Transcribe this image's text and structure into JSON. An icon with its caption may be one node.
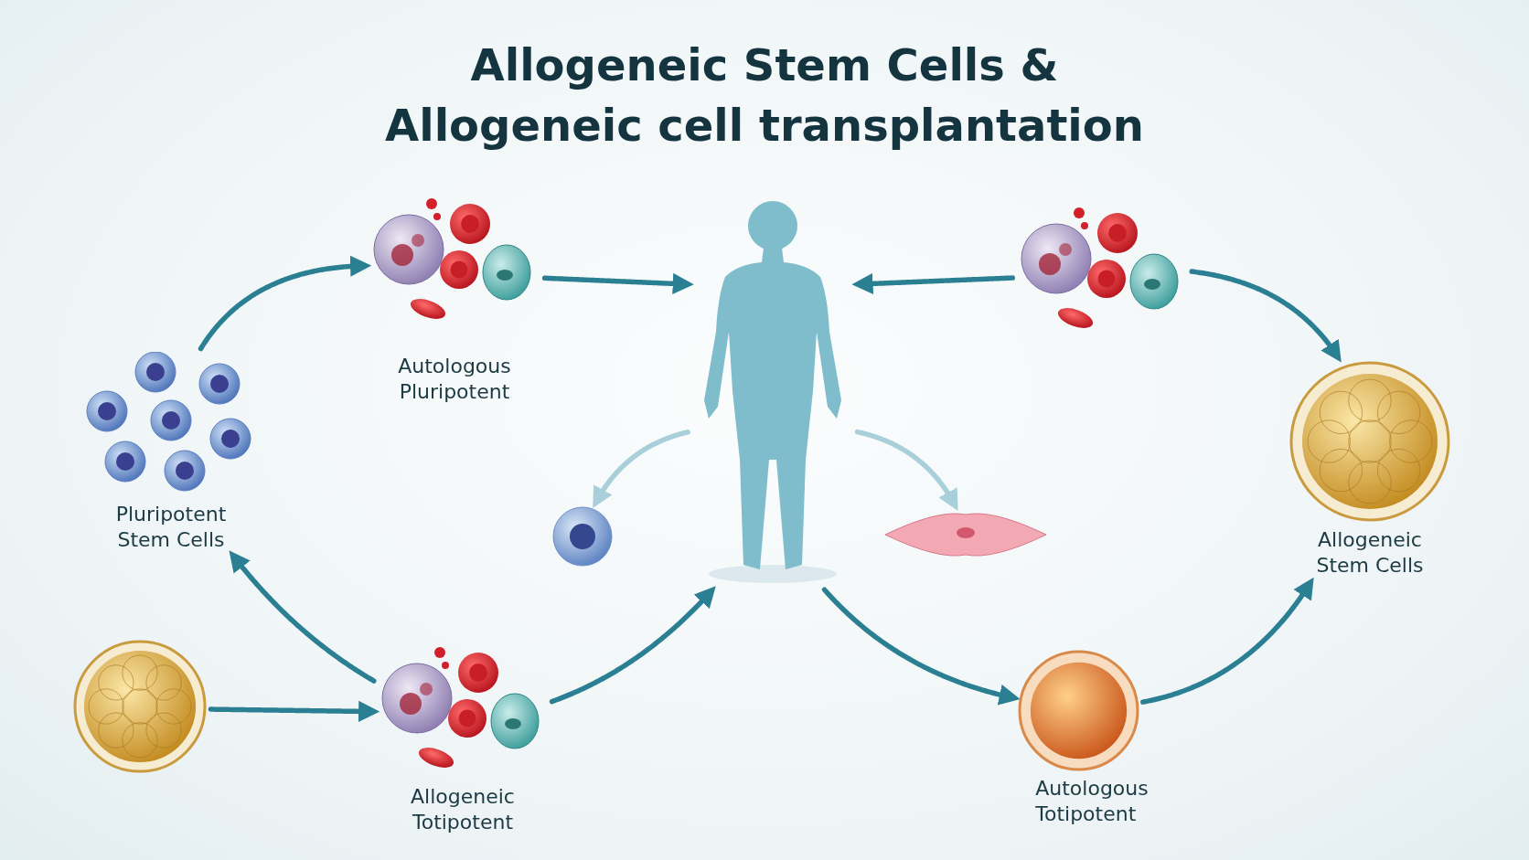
{
  "diagram": {
    "title": "Allogeneic Stem Cells & Allogeneic cell transplantation",
    "nodes": [
      {
        "text": [
          "Pluripotent Stem Cells"
        ]
      },
      {
        "text": [
          "Autologous Pluripotent"
        ]
      },
      {
        "text": [],
        "shape": "person"
      },
      {
        "text": [],
        "shape": "picture"
      },
      {
        "text": [
          "Allogeneic Stem Cells"
        ]
      },
      {
        "text": [],
        "shape": "picture"
      },
      {
        "text": [
          "Allogeneic Totipotent"
        ]
      },
      {
        "text": [
          "Autologous Totipotent"
        ]
      },
      {
        "text": [],
        "shape": "picture"
      },
      {
        "text": [],
        "shape": "picture"
      }
    ],
    "edges": [
      {
        "from": 0,
        "to": 1,
        "arrow": "to"
      },
      {
        "from": 1,
        "to": 2,
        "arrow": "to"
      },
      {
        "from": 3,
        "to": 2,
        "arrow": "to"
      },
      {
        "from": 3,
        "to": 4,
        "arrow": "to"
      },
      {
        "from": 5,
        "to": 6,
        "arrow": "to"
      },
      {
        "from": 6,
        "to": 0,
        "arrow": "to"
      },
      {
        "from": 6,
        "to": 2,
        "arrow": "to"
      },
      {
        "from": 2,
        "to": 7,
        "arrow": "to"
      },
      {
        "from": 7,
        "to": 4,
        "arrow": "to"
      },
      {
        "from": 2,
        "to": 8,
        "arrow": "to",
        "color": "#a9d0da"
      },
      {
        "from": 2,
        "to": 9,
        "arrow": "to",
        "color": "#a9d0da"
      }
    ]
  }
}
